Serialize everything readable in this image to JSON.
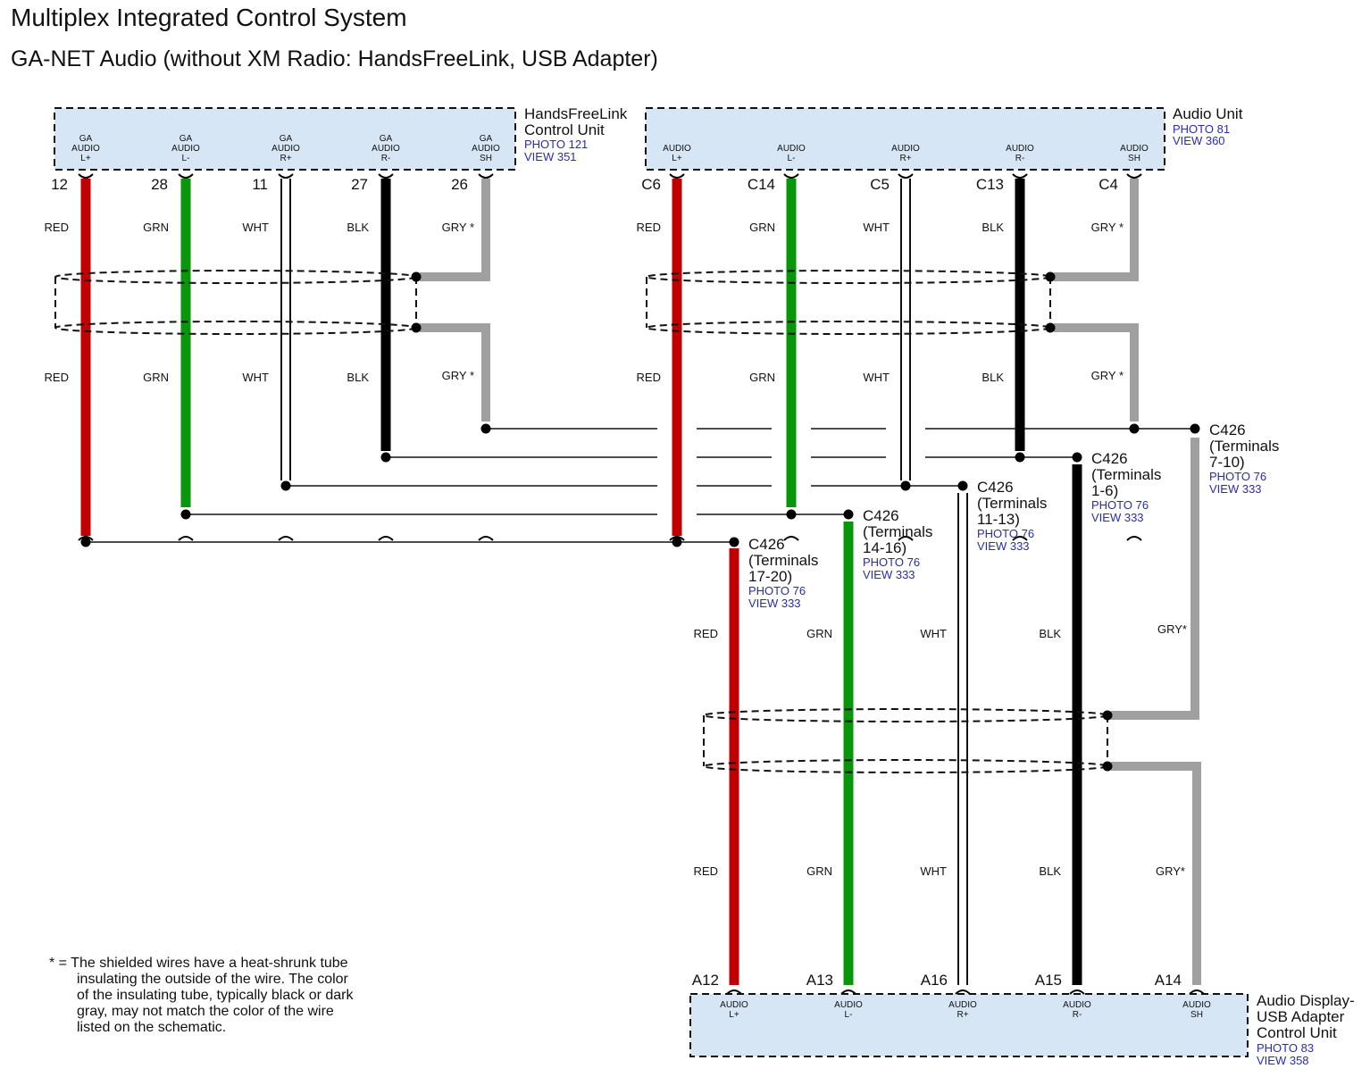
{
  "title": "Multiplex Integrated Control System",
  "subtitle": "GA-NET Audio (without XM Radio: HandsFreeLink, USB Adapter)",
  "colors": {
    "unit_fill": "#d6e6f5",
    "red": "#c00000",
    "green": "#0a960a",
    "black": "#000000",
    "white": "#ffffff",
    "gray": "#a0a0a0",
    "reference_text": "#2b2bb0"
  },
  "components": {
    "hfl": {
      "name_lines": [
        "HandsFreeLink",
        "Control Unit"
      ],
      "photo": "PHOTO 121",
      "view": "VIEW 351",
      "pins": [
        {
          "label": [
            "GA",
            "AUDIO",
            "L+"
          ],
          "number": "12"
        },
        {
          "label": [
            "GA",
            "AUDIO",
            "L-"
          ],
          "number": "28"
        },
        {
          "label": [
            "GA",
            "AUDIO",
            "R+"
          ],
          "number": "11"
        },
        {
          "label": [
            "GA",
            "AUDIO",
            "R-"
          ],
          "number": "27"
        },
        {
          "label": [
            "GA",
            "AUDIO",
            "SH"
          ],
          "number": "26"
        }
      ]
    },
    "audio": {
      "name_lines": [
        "Audio Unit"
      ],
      "photo": "PHOTO 81",
      "view": "VIEW 360",
      "pins": [
        {
          "label": [
            "AUDIO",
            "L+"
          ],
          "number": "C6"
        },
        {
          "label": [
            "AUDIO",
            "L-"
          ],
          "number": "C14"
        },
        {
          "label": [
            "AUDIO",
            "R+"
          ],
          "number": "C5"
        },
        {
          "label": [
            "AUDIO",
            "R-"
          ],
          "number": "C13"
        },
        {
          "label": [
            "AUDIO",
            "SH"
          ],
          "number": "C4"
        }
      ]
    },
    "usb": {
      "name_lines": [
        "Audio Display-",
        "USB Adapter",
        "Control Unit"
      ],
      "photo": "PHOTO 83",
      "view": "VIEW 358",
      "pins": [
        {
          "label": [
            "AUDIO",
            "L+"
          ],
          "number": "A12"
        },
        {
          "label": [
            "AUDIO",
            "L-"
          ],
          "number": "A13"
        },
        {
          "label": [
            "AUDIO",
            "R+"
          ],
          "number": "A16"
        },
        {
          "label": [
            "AUDIO",
            "R-"
          ],
          "number": "A15"
        },
        {
          "label": [
            "AUDIO",
            "SH"
          ],
          "number": "A14"
        }
      ]
    }
  },
  "wire_labels": {
    "red": "RED",
    "green": "GRN",
    "white": "WHT",
    "black": "BLK",
    "gray": "GRY *",
    "gray_alt": "GRY*"
  },
  "connectors": [
    {
      "name": "C426",
      "terminals_lines": [
        "(Terminals",
        "17-20)"
      ],
      "photo": "PHOTO 76",
      "view": "VIEW 333"
    },
    {
      "name": "C426",
      "terminals_lines": [
        "(Terminals",
        "14-16)"
      ],
      "photo": "PHOTO 76",
      "view": "VIEW 333"
    },
    {
      "name": "C426",
      "terminals_lines": [
        "(Terminals",
        "11-13)"
      ],
      "photo": "PHOTO 76",
      "view": "VIEW 333"
    },
    {
      "name": "C426",
      "terminals_lines": [
        "(Terminals",
        "1-6)"
      ],
      "photo": "PHOTO 76",
      "view": "VIEW 333"
    },
    {
      "name": "C426",
      "terminals_lines": [
        "(Terminals",
        "7-10)"
      ],
      "photo": "PHOTO 76",
      "view": "VIEW 333"
    }
  ],
  "footnote_lines": [
    "* = The shielded wires have a heat-shrunk tube",
    "insulating the outside of the wire. The color",
    "of the insulating tube, typically black or dark",
    "gray, may not match the color of the wire",
    "listed on the schematic."
  ]
}
